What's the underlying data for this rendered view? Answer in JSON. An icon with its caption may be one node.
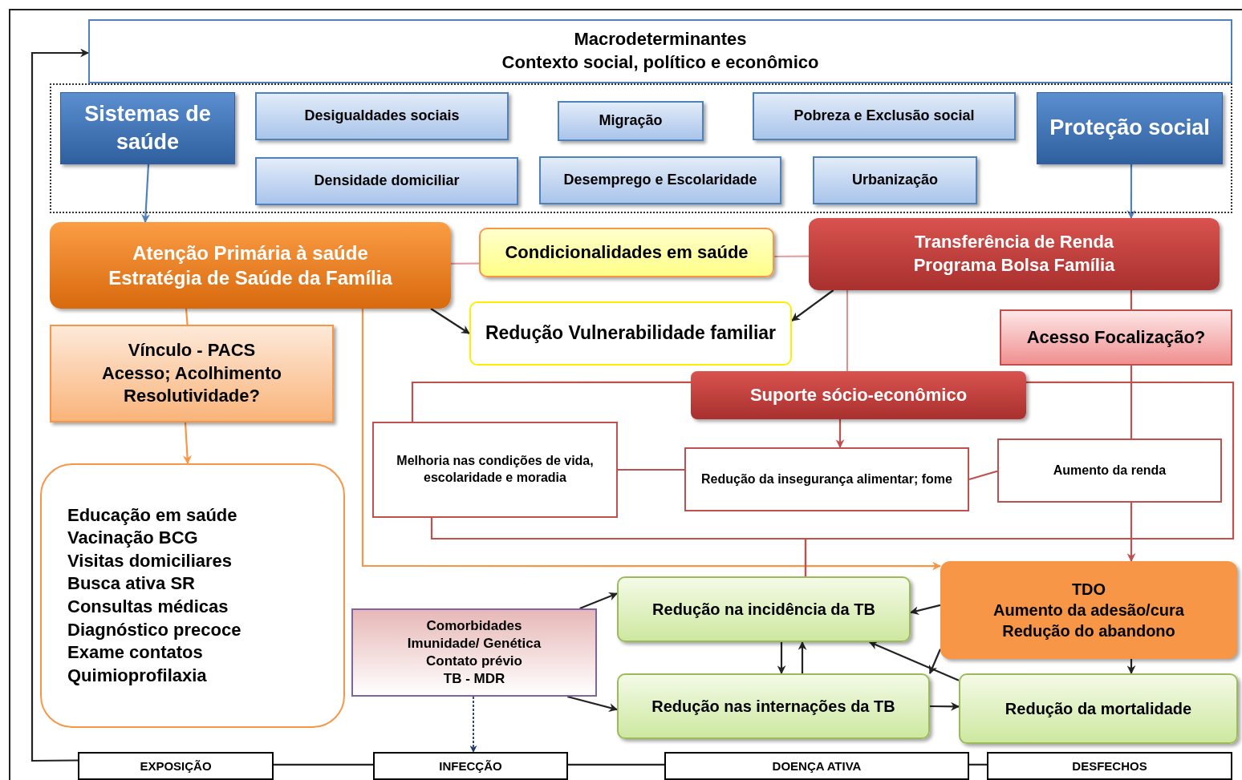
{
  "diagram": {
    "nodes": [
      {
        "text": [
          "Macrodeterminantes",
          "Contexto social, político e econômico"
        ]
      },
      {
        "text": [],
        "shape": "box"
      },
      {
        "text": [
          "Sistemas de saúde"
        ],
        "in": 1
      },
      {
        "text": [
          "Desigualdades sociais"
        ],
        "in": 1
      },
      {
        "text": [
          "Migração"
        ],
        "in": 1
      },
      {
        "text": [
          "Pobreza e Exclusão social"
        ],
        "in": 1
      },
      {
        "text": [
          "Proteção social"
        ],
        "in": 1
      },
      {
        "text": [
          "Densidade domiciliar"
        ],
        "in": 1
      },
      {
        "text": [
          "Desemprego e Escolaridade"
        ],
        "in": 1
      },
      {
        "text": [
          "Urbanização"
        ],
        "in": 1
      },
      {
        "text": [
          "Atenção Primária à saúde",
          "Estratégia de Saúde da Família"
        ]
      },
      {
        "text": [
          "Condicionalidades em saúde"
        ]
      },
      {
        "text": [
          "Transferência de Renda",
          "Programa Bolsa Família"
        ]
      },
      {
        "text": [
          "Redução Vulnerabilidade familiar"
        ]
      },
      {
        "text": [
          "Vínculo - PACS",
          "Acesso; Acolhimento",
          "Resolutividade?"
        ]
      },
      {
        "text": [
          "Acesso Focalização?"
        ]
      },
      {
        "text": [
          "Suporte sócio-econômico"
        ]
      },
      {
        "text": [
          "Melhoria nas condições de vida, escolaridade e moradia"
        ]
      },
      {
        "text": [
          "Redução da insegurança alimentar; fome"
        ]
      },
      {
        "text": [
          "Aumento da renda"
        ]
      },
      {
        "text": [
          "Educação em saúde",
          "Vacinação BCG",
          "Visitas domiciliares",
          "Busca ativa SR",
          "Consultas médicas",
          "Diagnóstico precoce",
          "Exame contatos",
          "Quimioprofilaxia"
        ]
      },
      {
        "text": [
          "TDO",
          "Aumento da adesão/cura",
          "Redução do abandono"
        ]
      },
      {
        "text": [
          "Redução na incidência da TB"
        ]
      },
      {
        "text": [
          "Comorbidades",
          "Imunidade/ Genética",
          "Contato prévio",
          "TB - MDR"
        ]
      },
      {
        "text": [
          "Redução nas internações da TB"
        ]
      },
      {
        "text": [
          "Redução da mortalidade"
        ]
      },
      {
        "text": [
          "EXPOSIÇÃO"
        ]
      },
      {
        "text": [
          "INFECÇÃO"
        ]
      },
      {
        "text": [
          "DOENÇA ATIVA"
        ]
      },
      {
        "text": [
          "DESFECHOS"
        ]
      }
    ],
    "edges": [
      {
        "from": 2,
        "to": 10,
        "arrow": "to",
        "color": "#4f81bd"
      },
      {
        "from": 6,
        "to": 12,
        "arrow": "to",
        "color": "#4f81bd"
      },
      {
        "from": 10,
        "to": 11,
        "arrow": "none",
        "color": "#e6a0a0"
      },
      {
        "from": 11,
        "to": 12,
        "arrow": "none",
        "color": "#e6a0a0"
      },
      {
        "from": 10,
        "to": 13,
        "arrow": "to"
      },
      {
        "from": 12,
        "to": 13,
        "arrow": "to"
      },
      {
        "from": 10,
        "to": 14,
        "arrow": "none",
        "color": "#f79646"
      },
      {
        "from": 14,
        "to": 20,
        "arrow": "to",
        "color": "#f79646"
      },
      {
        "from": 10,
        "to": 21,
        "arrow": "to",
        "color": "#f79646"
      },
      {
        "from": 12,
        "to": 16,
        "arrow": "none",
        "color": "#d99594"
      },
      {
        "from": 12,
        "to": 15,
        "arrow": "none",
        "color": "#c0504d"
      },
      {
        "from": 15,
        "to": 19,
        "arrow": "none",
        "color": "#c0504d"
      },
      {
        "from": 19,
        "to": 21,
        "arrow": "to",
        "color": "#c0504d"
      },
      {
        "from": 16,
        "to": 18,
        "arrow": "to",
        "color": "#c0504d"
      },
      {
        "from": 16,
        "to": 17,
        "arrow": "none",
        "color": "#c0504d"
      },
      {
        "from": 17,
        "to": 18,
        "arrow": "none",
        "color": "#c0504d"
      },
      {
        "from": 18,
        "to": 19,
        "arrow": "none",
        "color": "#c0504d"
      },
      {
        "from": 16,
        "to": 22,
        "arrow": "none",
        "color": "#c0504d"
      },
      {
        "from": 17,
        "to": 22,
        "arrow": "none",
        "color": "#c0504d"
      },
      {
        "from": 21,
        "to": 22,
        "arrow": "to"
      },
      {
        "from": 21,
        "to": 24,
        "arrow": "to"
      },
      {
        "from": 21,
        "to": 25,
        "arrow": "to"
      },
      {
        "from": 25,
        "to": 22,
        "arrow": "to"
      },
      {
        "from": 22,
        "to": 24,
        "arrow": "to"
      },
      {
        "from": 24,
        "to": 22,
        "arrow": "to"
      },
      {
        "from": 24,
        "to": 25,
        "arrow": "to"
      },
      {
        "from": 23,
        "to": 22,
        "arrow": "to"
      },
      {
        "from": 23,
        "to": 24,
        "arrow": "to"
      },
      {
        "from": 23,
        "to": 27,
        "arrow": "to",
        "style": "dashed",
        "color": "#1f3864"
      },
      {
        "from": 26,
        "to": 27,
        "arrow": "none"
      },
      {
        "from": 27,
        "to": 28,
        "arrow": "none"
      },
      {
        "from": 28,
        "to": 29,
        "arrow": "none"
      },
      {
        "from": 26,
        "to": 0,
        "arrow": "to"
      }
    ]
  }
}
